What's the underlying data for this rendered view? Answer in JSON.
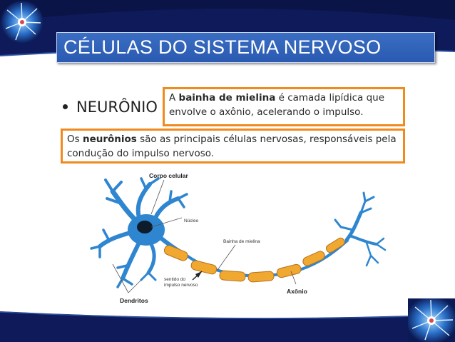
{
  "slide": {
    "title": "CÉLULAS DO SISTEMA NERVOSO",
    "bullet": "NEURÔNIO",
    "note_myelin": {
      "pre": "A ",
      "bold": "bainha de mielina",
      "post": " é camada lipídica que envolve o axônio, acelerando o impulso."
    },
    "note_neuron": {
      "pre": "Os ",
      "bold": "neurônios",
      "post": " são as principais células nervosas, responsáveis pela condução do impulso nervoso."
    }
  },
  "diagram": {
    "labels": {
      "corpo_celular": "Corpo celular",
      "nucleo": "Núcleo",
      "bainha": "Bainha de mielina",
      "sentido_1": "sentido do",
      "sentido_2": "impulso nervoso",
      "axonio": "Axônio",
      "dendritos": "Dendritos"
    },
    "colors": {
      "neuron": "#2f86d0",
      "neuron_dark": "#1f5fa6",
      "nucleus": "#0d1b2a",
      "myelin": "#f0a830",
      "myelin_dark": "#b8701a"
    }
  },
  "theme": {
    "navy": "#0e1a5a",
    "title_blue": "#2f63b8",
    "box_orange": "#f08a1c"
  },
  "icons": {
    "top_left": "neuron-logo-icon",
    "bottom_right": "neuron-logo-icon"
  }
}
